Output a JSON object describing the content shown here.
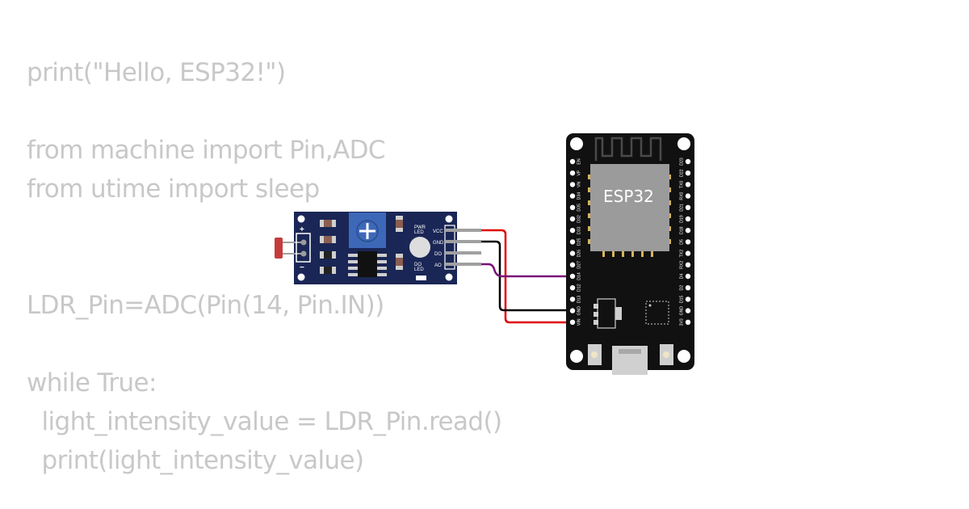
{
  "code": {
    "lines": [
      "print(\"Hello, ESP32!\")",
      "",
      "from machine import Pin,ADC",
      "from utime import sleep",
      "",
      "",
      "LDR_Pin=ADC(Pin(14, Pin.IN))",
      "",
      "while True:",
      "  light_intensity_value = LDR_Pin.read()",
      "  print(light_intensity_value)"
    ]
  },
  "ldr_module": {
    "plus": "+",
    "minus": "−",
    "pwr_led_1": "PWR",
    "pwr_led_2": "LED",
    "do_led_1": "DO",
    "do_led_2": "LED",
    "pins": [
      "VCC",
      "GND",
      "DO",
      "AO"
    ]
  },
  "esp32": {
    "chip_label": "ESP32",
    "left_pins": [
      "EN",
      "VP",
      "VN",
      "D34",
      "D35",
      "D32",
      "D33",
      "D25",
      "D26",
      "D27",
      "D14",
      "D12",
      "D13",
      "GND",
      "VIN"
    ],
    "right_pins": [
      "D23",
      "D22",
      "TX0",
      "RX0",
      "D21",
      "D19",
      "D18",
      "D5",
      "TX2",
      "RX2",
      "D4",
      "D2",
      "D15",
      "GND",
      "3V3"
    ]
  },
  "wires": {
    "vcc_color": "#e00000",
    "gnd_color": "#000000",
    "ao_color": "#7a0f7a",
    "lead_color": "#a0a0a0"
  },
  "colors": {
    "module_board": "#1a2655",
    "esp_board": "#111111",
    "chip": "#9b9b9b",
    "pot": "#3d68b8",
    "ldr": "#c63c3c"
  }
}
